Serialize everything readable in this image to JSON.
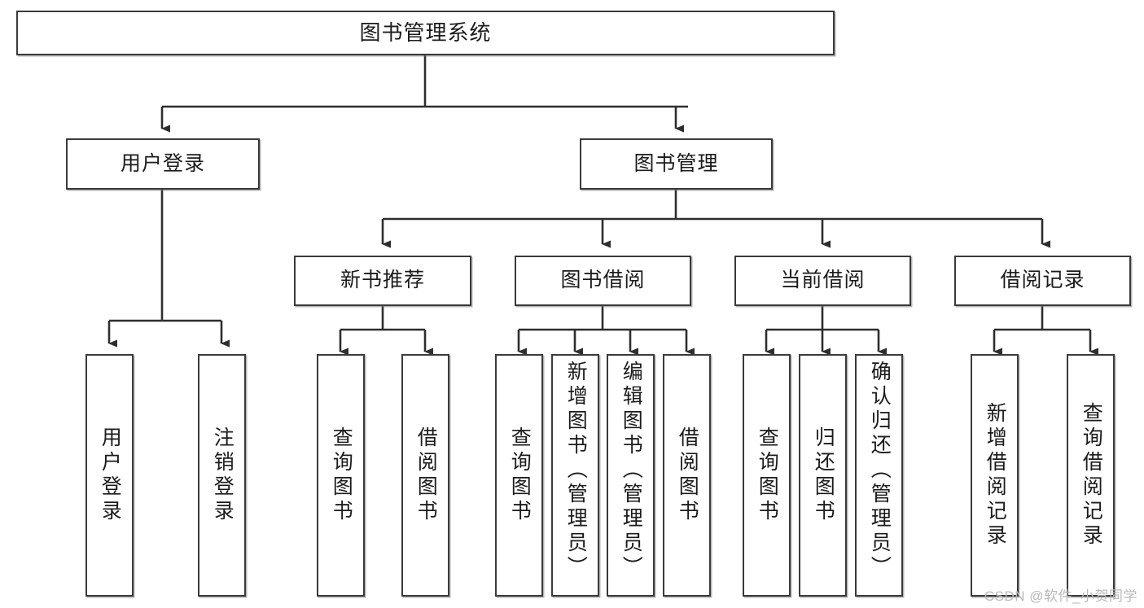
{
  "diagram": {
    "type": "tree-hierarchy",
    "title": "图书管理系统",
    "watermark": "CSDN @软件_小贺同学",
    "colors": {
      "box_border": "#3a3a3a",
      "box_fill": "#ffffff",
      "connector": "#2e2e2e",
      "text": "#1b1b1b",
      "watermark": "#b9b9b9"
    },
    "levels": [
      {
        "level": 1,
        "nodes": [
          {
            "id": "root",
            "label": "图书管理系统",
            "orientation": "horizontal"
          }
        ]
      },
      {
        "level": 2,
        "nodes": [
          {
            "id": "user-login",
            "label": "用户登录",
            "orientation": "horizontal",
            "parent": "root"
          },
          {
            "id": "book-manage",
            "label": "图书管理",
            "orientation": "horizontal",
            "parent": "root"
          }
        ]
      },
      {
        "level": 3,
        "nodes": [
          {
            "id": "new-book-rec",
            "label": "新书推荐",
            "orientation": "horizontal",
            "parent": "book-manage"
          },
          {
            "id": "book-borrow",
            "label": "图书借阅",
            "orientation": "horizontal",
            "parent": "book-manage"
          },
          {
            "id": "current-borrow",
            "label": "当前借阅",
            "orientation": "horizontal",
            "parent": "book-manage"
          },
          {
            "id": "borrow-record",
            "label": "借阅记录",
            "orientation": "horizontal",
            "parent": "book-manage"
          }
        ]
      },
      {
        "level": 4,
        "nodes": [
          {
            "id": "leaf-user-login",
            "label": "用户登录",
            "orientation": "vertical",
            "parent": "user-login"
          },
          {
            "id": "leaf-user-logout",
            "label": "注销登录",
            "orientation": "vertical",
            "parent": "user-login"
          },
          {
            "id": "leaf-rec-query",
            "label": "查询图书",
            "orientation": "vertical",
            "parent": "new-book-rec"
          },
          {
            "id": "leaf-rec-borrow",
            "label": "借阅图书",
            "orientation": "vertical",
            "parent": "new-book-rec"
          },
          {
            "id": "leaf-borrow-query",
            "label": "查询图书",
            "orientation": "vertical",
            "parent": "book-borrow"
          },
          {
            "id": "leaf-borrow-add",
            "label": "新增图书（管理员）",
            "orientation": "vertical",
            "parent": "book-borrow"
          },
          {
            "id": "leaf-borrow-edit",
            "label": "编辑图书（管理员）",
            "orientation": "vertical",
            "parent": "book-borrow"
          },
          {
            "id": "leaf-borrow-do",
            "label": "借阅图书",
            "orientation": "vertical",
            "parent": "book-borrow"
          },
          {
            "id": "leaf-cur-query",
            "label": "查询图书",
            "orientation": "vertical",
            "parent": "current-borrow"
          },
          {
            "id": "leaf-cur-return",
            "label": "归还图书",
            "orientation": "vertical",
            "parent": "current-borrow"
          },
          {
            "id": "leaf-cur-confirm",
            "label": "确认归还（管理员）",
            "orientation": "vertical",
            "parent": "current-borrow"
          },
          {
            "id": "leaf-rec-add",
            "label": "新增借阅记录",
            "orientation": "vertical",
            "parent": "borrow-record"
          },
          {
            "id": "leaf-rec-search",
            "label": "查询借阅记录",
            "orientation": "vertical",
            "parent": "borrow-record"
          }
        ]
      }
    ]
  }
}
